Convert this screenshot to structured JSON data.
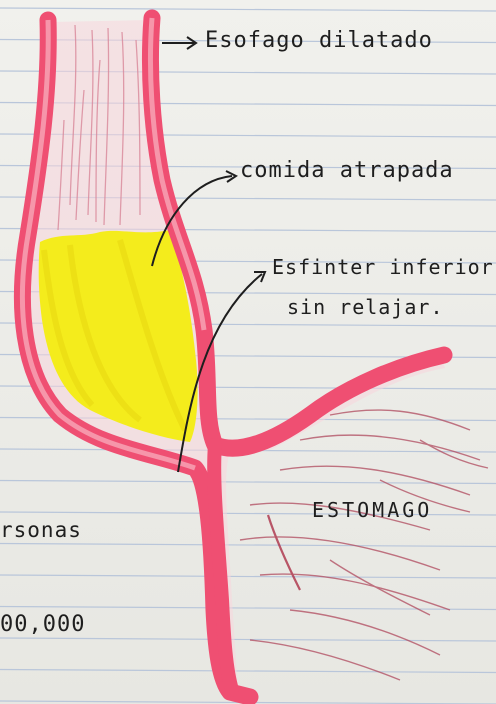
{
  "labels": {
    "esofago": "Esofago dilatado",
    "comida": "comida atrapada",
    "esfinter_line1": "Esfinter inferior",
    "esfinter_line2": "sin relajar.",
    "estomago": "ESTOMAGO"
  },
  "margin_fragments": {
    "line1": "rsonas",
    "line2": "00,000"
  },
  "colors": {
    "paper": "#ebebe6",
    "ruled_line": "#b9c6da",
    "esophagus_wall": "#ef4f72",
    "esophagus_wall_light": "#f7a8b8",
    "food": "#f4ec1c",
    "stomach_hatch": "#b04a5e",
    "ink": "#1e1e1e"
  }
}
